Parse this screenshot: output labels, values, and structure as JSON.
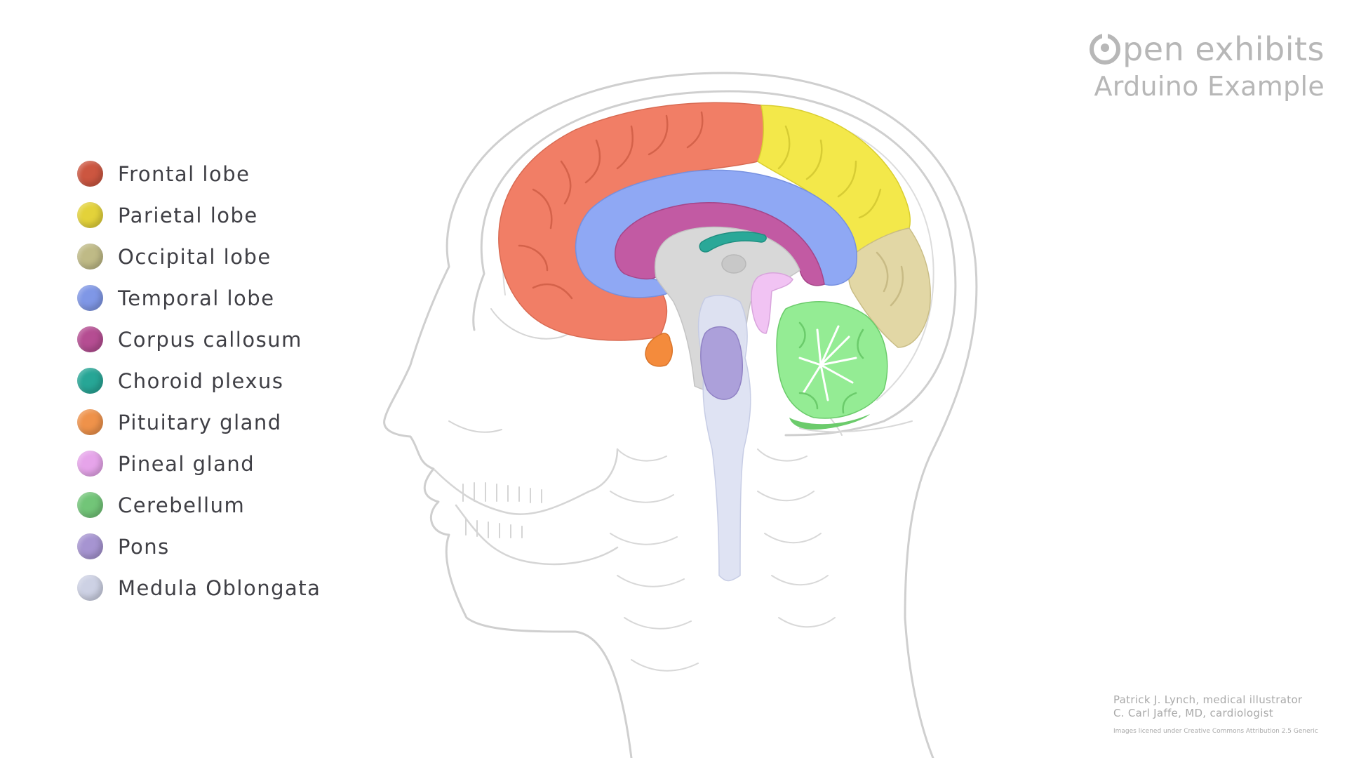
{
  "brand": {
    "name_rest": "pen exhibits",
    "subtitle": "Arduino Example",
    "logo_icon": "open-exhibits-logo-icon"
  },
  "legend": {
    "items": [
      {
        "label": "Frontal lobe",
        "color": "#cc5640"
      },
      {
        "label": "Parietal lobe",
        "color": "#e3d23a"
      },
      {
        "label": "Occipital lobe",
        "color": "#bfba86"
      },
      {
        "label": "Temporal lobe",
        "color": "#7f97e6"
      },
      {
        "label": "Corpus callosum",
        "color": "#b54d92"
      },
      {
        "label": "Choroid plexus",
        "color": "#27a696"
      },
      {
        "label": "Pituitary gland",
        "color": "#ef924a"
      },
      {
        "label": "Pineal gland",
        "color": "#e6a4ea"
      },
      {
        "label": "Cerebellum",
        "color": "#72c578"
      },
      {
        "label": "Pons",
        "color": "#a694d1"
      },
      {
        "label": "Medula Oblongata",
        "color": "#cdd1e4"
      }
    ]
  },
  "credits": {
    "line1": "Patrick J. Lynch, medical illustrator",
    "line2": "C. Carl Jaffe, MD, cardiologist",
    "license": "Images licened under Creative Commons Attribution 2.5 Generic"
  },
  "colors": {
    "frontal": "#f17e66",
    "parietal": "#f3e84a",
    "occipital": "#e2d7a5",
    "temporal": "#8fa8f4",
    "corpus": "#c25aa3",
    "choroid": "#2aa898",
    "pituitary": "#f48b3c",
    "pineal": "#f1c3f3",
    "cerebellum": "#94ec94",
    "cerebellum_dark": "#6bcb6b",
    "pons": "#aca0da",
    "medulla": "#dee2f3",
    "outline": "#cfcfcf",
    "brainstem_gray": "#d8d8d8"
  }
}
